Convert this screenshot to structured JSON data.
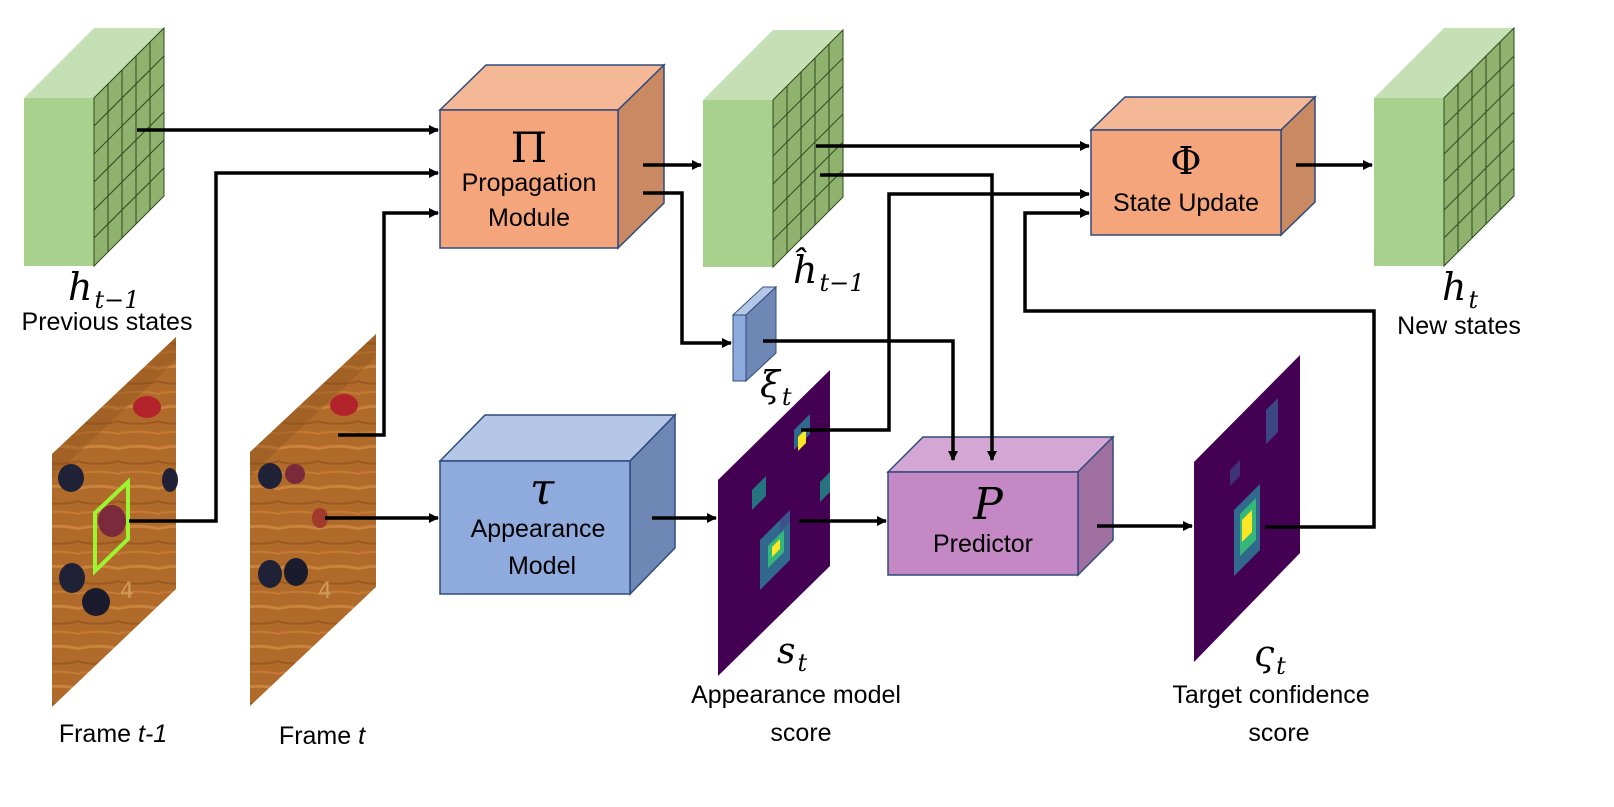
{
  "colors": {
    "state_green_front": "#a9d18e",
    "state_green_top": "#c5e0b4",
    "state_green_side": "#8fb36f",
    "orange_front": "#f4a57c",
    "orange_top": "#f5b896",
    "orange_side": "#c98a63",
    "blue_front": "#8faadc",
    "blue_top": "#b4c7e7",
    "blue_side": "#6f87b5",
    "purple_front": "#c488c4",
    "purple_top": "#d3a6d3",
    "purple_side": "#a070a0",
    "heatmap_bg": "#440154",
    "arrow": "#000000"
  },
  "states": {
    "prev": {
      "symbol": "h",
      "subscript": "t−1",
      "caption": "Previous states"
    },
    "propagated": {
      "symbol": "ĥ",
      "subscript": "t−1"
    },
    "new": {
      "symbol": "h",
      "subscript": "t",
      "caption": "New states"
    }
  },
  "modules": {
    "propagation": {
      "symbol": "Π",
      "line1": "Propagation",
      "line2": "Module"
    },
    "state_update": {
      "symbol": "Φ",
      "line1": "State Update"
    },
    "appearance": {
      "symbol": "τ",
      "line1": "Appearance",
      "line2": "Model"
    },
    "predictor": {
      "symbol": "P",
      "line1": "Predictor"
    }
  },
  "features": {
    "xi": {
      "symbol": "ξ",
      "subscript": "t"
    }
  },
  "scores": {
    "appearance": {
      "symbol": "s",
      "subscript": "t",
      "line1": "Appearance model",
      "line2": "score"
    },
    "confidence": {
      "symbol": "ς",
      "subscript": "t",
      "line1": "Target confidence",
      "line2": "score"
    }
  },
  "frames": {
    "prev": {
      "prefix": "Frame ",
      "italic": "t-1"
    },
    "curr": {
      "prefix": "Frame ",
      "italic": "t"
    }
  }
}
